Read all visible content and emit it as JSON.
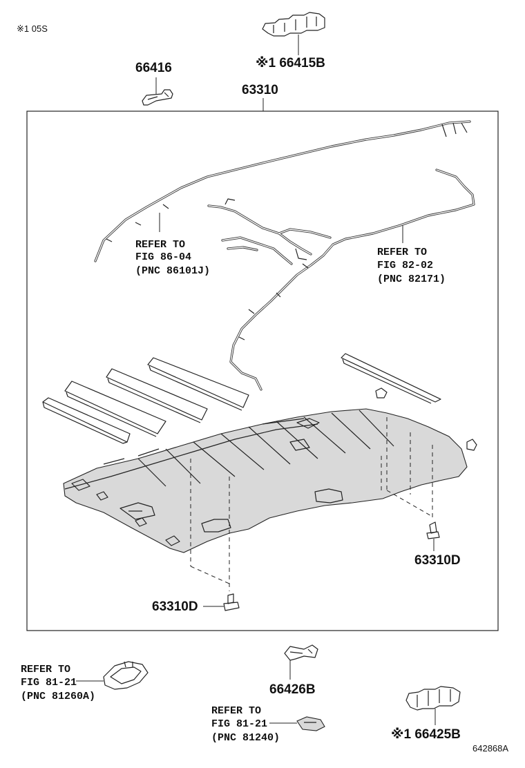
{
  "note_top": "※1 05S",
  "labels": {
    "p66416": "66416",
    "p66415b": "※1 66415B",
    "p63310": "63310",
    "p63310d_right": "63310D",
    "p63310d_left": "63310D",
    "p66426b": "66426B",
    "p66425b": "※1 66425B"
  },
  "refs": {
    "ref_86": [
      "REFER TO",
      "FIG 86-04",
      "(PNC 86101J)"
    ],
    "ref_82": [
      "REFER TO",
      "FIG 82-02",
      "(PNC 82171)"
    ],
    "ref_81a": [
      "REFER TO",
      "FIG 81-21",
      "(PNC 81260A)"
    ],
    "ref_81b": [
      "REFER TO",
      "FIG 81-21",
      "(PNC 81240)"
    ]
  },
  "figure_code": "642868A"
}
